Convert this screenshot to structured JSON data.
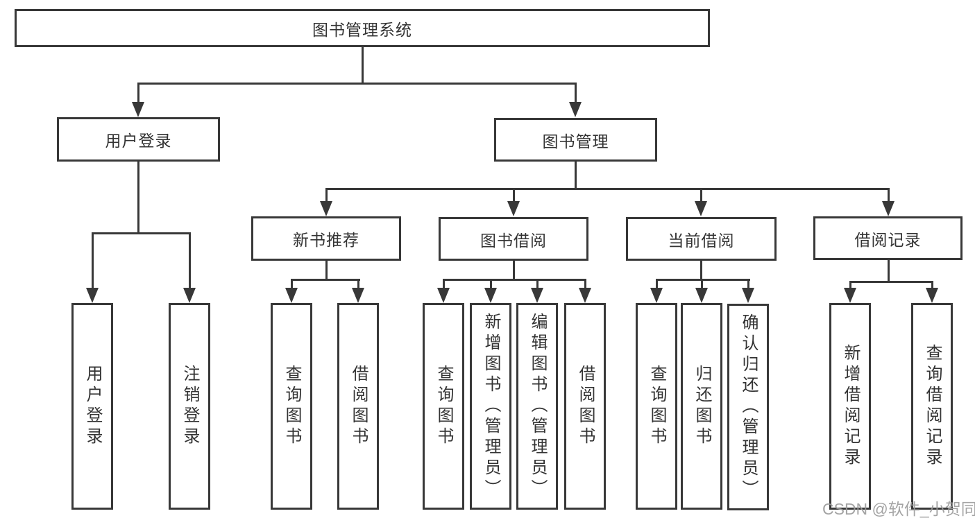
{
  "diagram": {
    "root": {
      "label": "图书管理系统"
    },
    "level2": [
      {
        "label": "用户登录"
      },
      {
        "label": "图书管理"
      }
    ],
    "level3": [
      {
        "label": "新书推荐"
      },
      {
        "label": "图书借阅"
      },
      {
        "label": "当前借阅"
      },
      {
        "label": "借阅记录"
      }
    ],
    "leaves": {
      "user_login": [
        {
          "label": "用户登录"
        },
        {
          "label": "注销登录"
        }
      ],
      "new_book_recommend": [
        {
          "label": "查询图书"
        },
        {
          "label": "借阅图书"
        }
      ],
      "book_borrow": [
        {
          "label": "查询图书"
        },
        {
          "label": "新增图书（管理员）"
        },
        {
          "label": "编辑图书（管理员）"
        },
        {
          "label": "借阅图书"
        }
      ],
      "current_borrow": [
        {
          "label": "查询图书"
        },
        {
          "label": "归还图书"
        },
        {
          "label": "确认归还（管理员）"
        }
      ],
      "borrow_record": [
        {
          "label": "新增借阅记录"
        },
        {
          "label": "查询借阅记录"
        }
      ]
    }
  },
  "watermark": {
    "text": "CSDN @软件_小贺同学"
  },
  "colors": {
    "line": "#383838",
    "text": "#333333",
    "watermark": "#9b9b9b",
    "background": "#ffffff"
  }
}
